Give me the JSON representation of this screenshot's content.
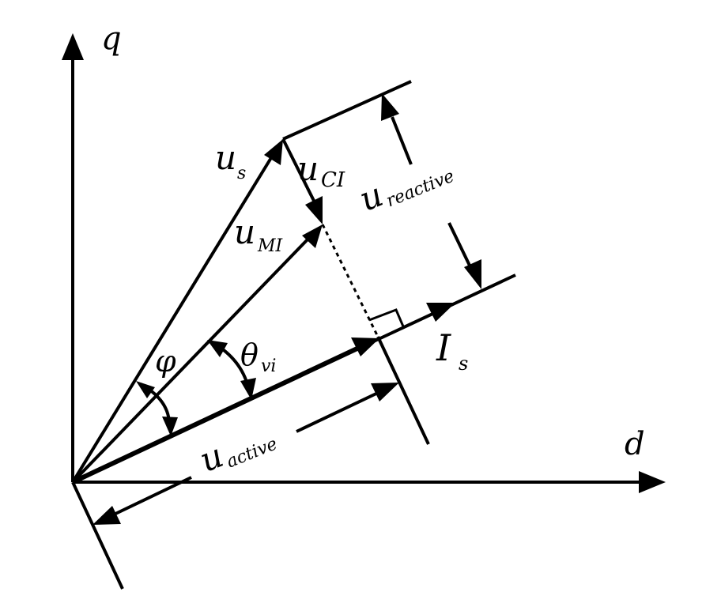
{
  "labels": {
    "q_axis": "q",
    "d_axis": "d",
    "us": "u",
    "us_sub": "s",
    "uci": "u",
    "uci_sub": "CI",
    "umi": "u",
    "umi_sub": "MI",
    "ureactive": "u",
    "ureactive_sub": "reactive",
    "uactive": "u",
    "uactive_sub": "active",
    "is": "I",
    "is_sub": "s",
    "phi": "φ",
    "theta": "θ",
    "theta_sub": "vi"
  }
}
